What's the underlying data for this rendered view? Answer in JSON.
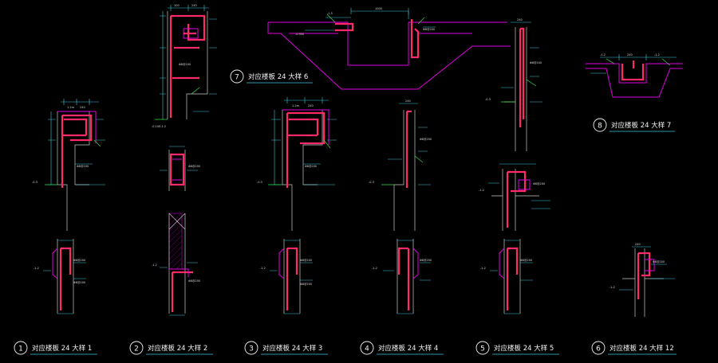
{
  "details": [
    {
      "number": "1",
      "title": "对应楼板 24 大样 1"
    },
    {
      "number": "2",
      "title": "对应楼板 24 大样 2"
    },
    {
      "number": "3",
      "title": "对应楼板 24 大样 3"
    },
    {
      "number": "4",
      "title": "对应楼板 24 大样 4"
    },
    {
      "number": "5",
      "title": "对应楼板 24 大样 5"
    },
    {
      "number": "6",
      "title": "对应楼板 24 大样 12"
    },
    {
      "number": "7",
      "title": "对应楼板 24 大样 6"
    },
    {
      "number": "8",
      "title": "对应楼板 24 大样 7"
    }
  ],
  "colors": {
    "background": "#000000",
    "rebar": "#ff2a6a",
    "dimension": "#38c8e0",
    "outline": "#e000e0",
    "wall": "#c8c8c8",
    "text": "#f2f2f2"
  }
}
